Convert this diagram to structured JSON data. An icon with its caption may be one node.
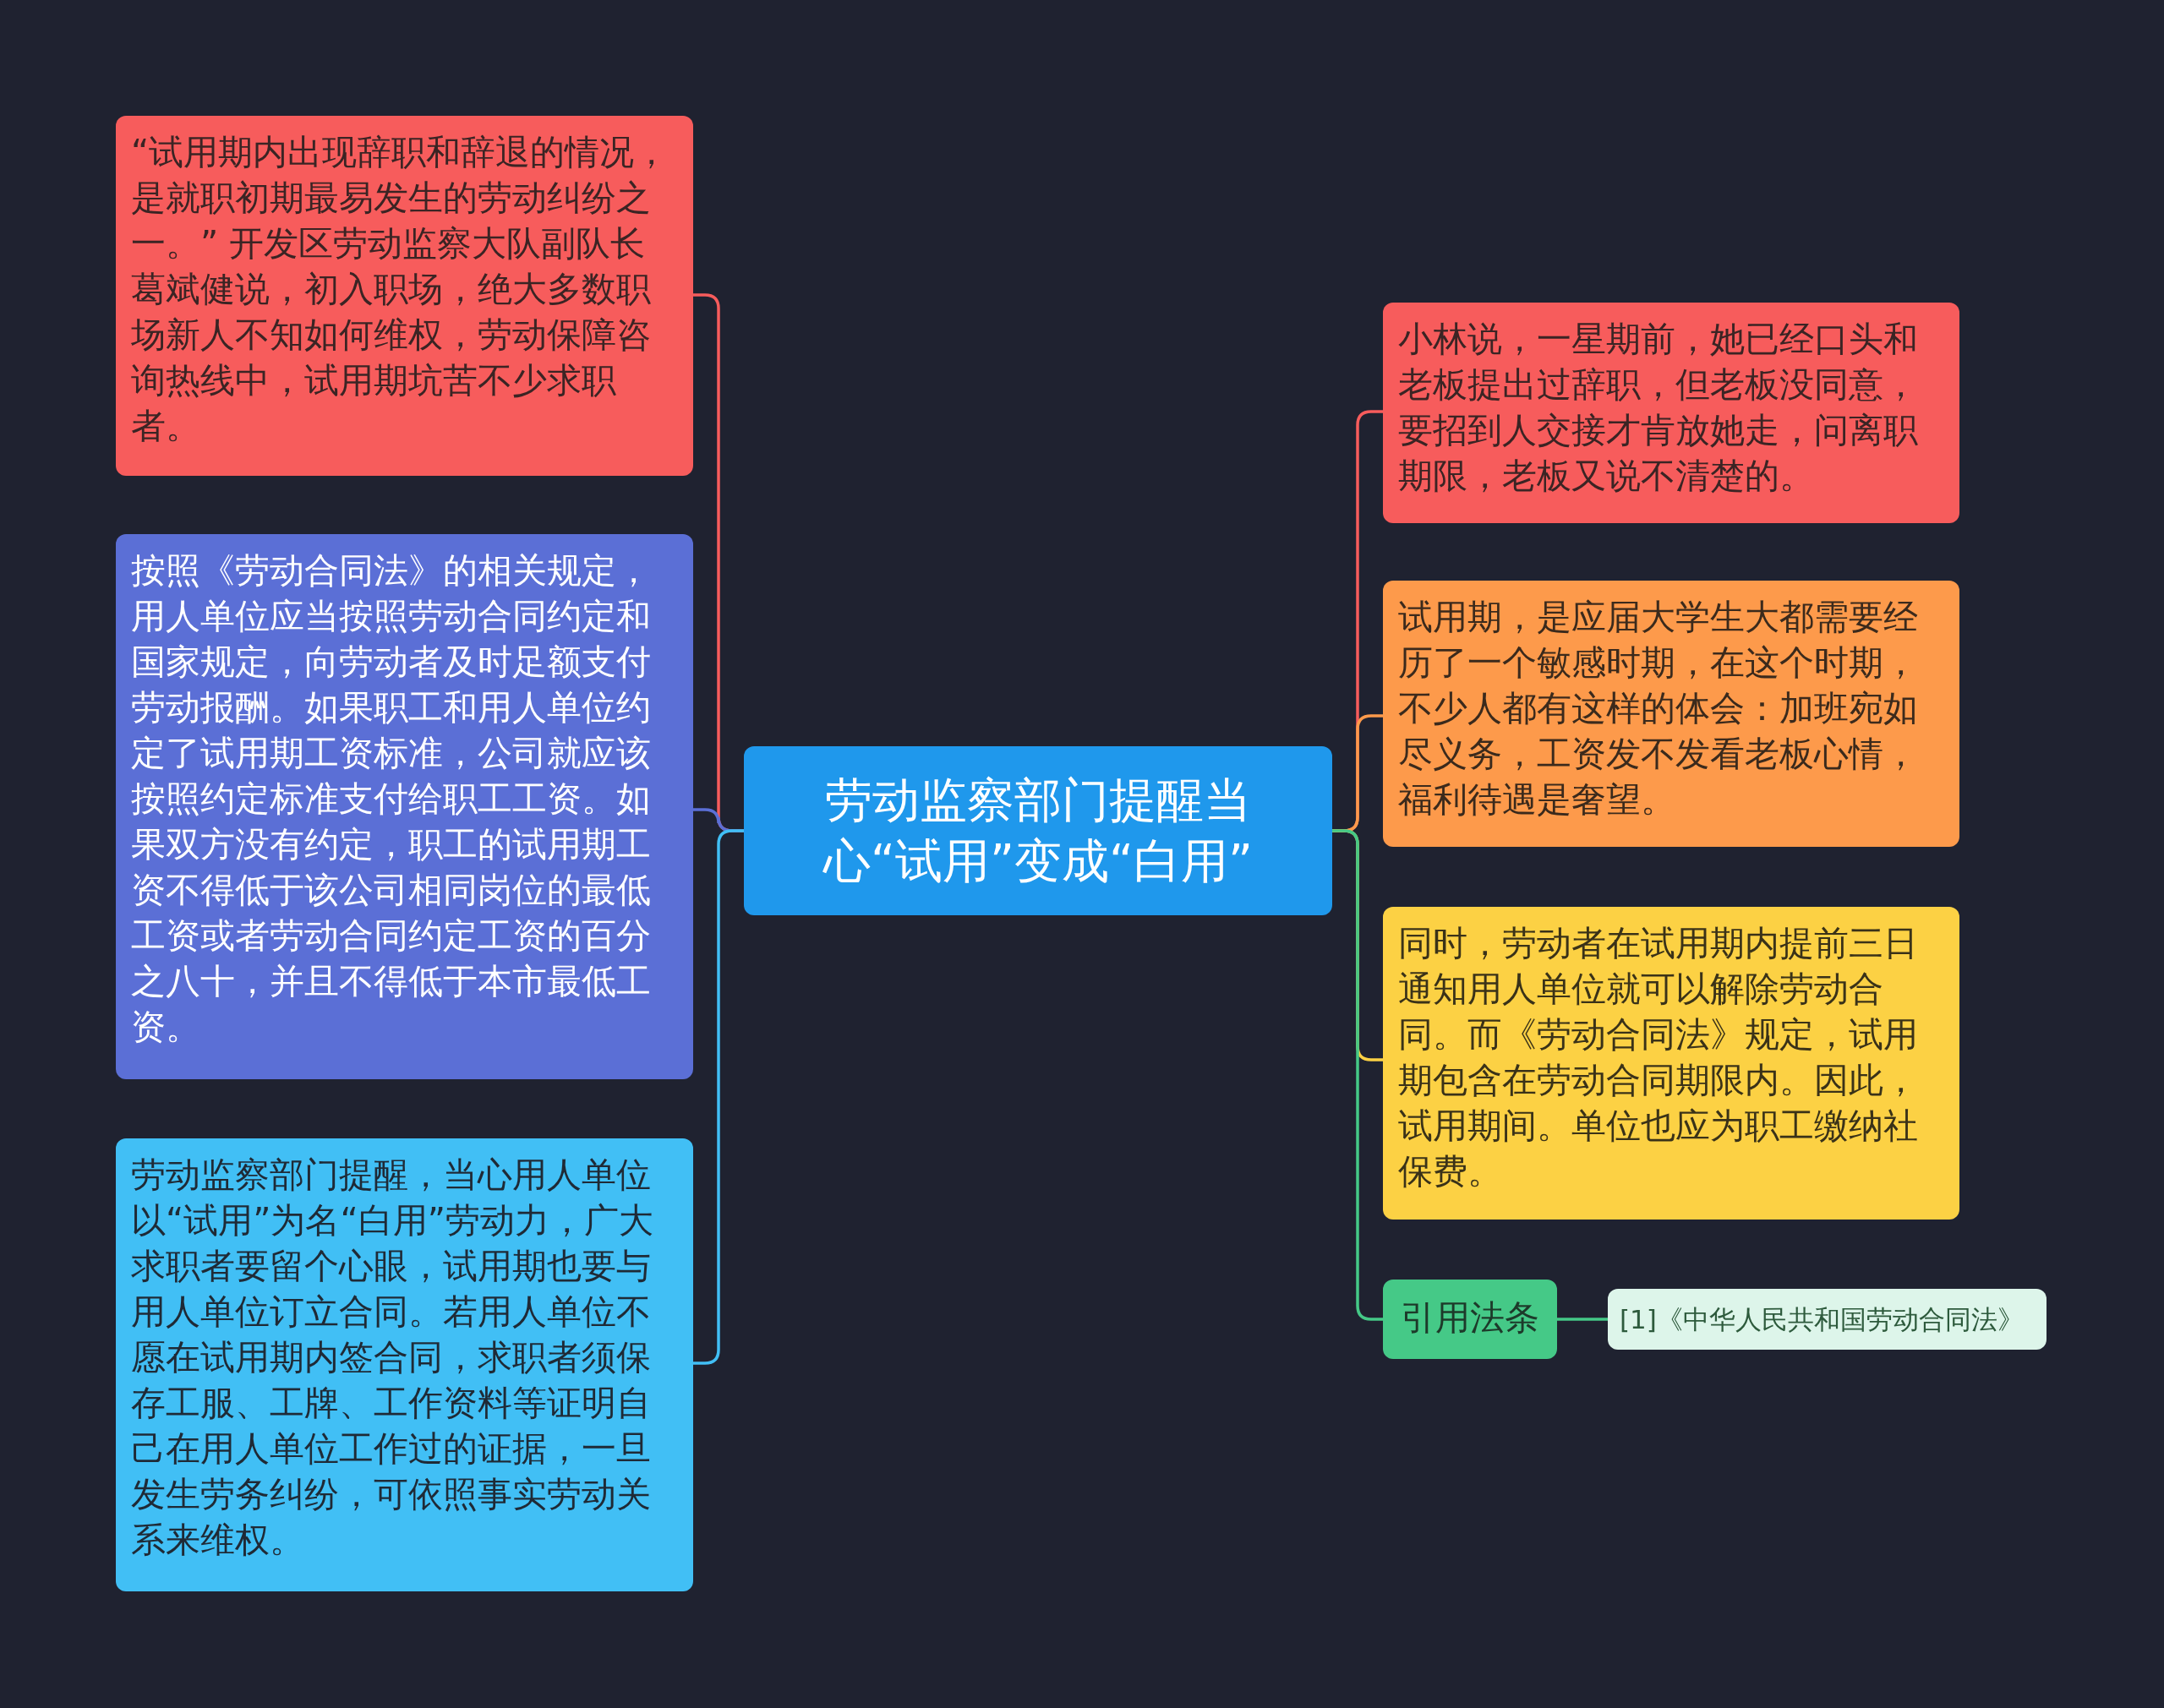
{
  "diagram": {
    "nodes": [
      {
        "text": [
          "劳动监察部门提醒当心“试用”变成“白用”"
        ]
      },
      {
        "text": [
          "“试用期内出现辞职和辞退的情况，是就职初期最易发生的劳动纠纷之一。” 开发区劳动监察大队副队长葛斌健说，初入职场，绝大多数职场新人不知如何维权，劳动保障咨询热线中，试用期坑苦不少求职者。"
        ]
      },
      {
        "text": [
          "按照《劳动合同法》的相关规定，用人单位应当按照劳动合同约定和国家规定，向劳动者及时足额支付劳动报酬。如果职工和用人单位约定了试用期工资标准，公司就应该按照约定标准支付给职工工资。如果双方没有约定，职工的试用期工资不得低于该公司相同岗位的最低工资或者劳动合同约定工资的百分之八十，并且不得低于本市最低工资。"
        ]
      },
      {
        "text": [
          "劳动监察部门提醒，当心用人单位以“试用”为名“白用”劳动力，广大求职者要留个心眼，试用期也要与用人单位订立合同。若用人单位不愿在试用期内签合同，求职者须保存工服、工牌、工作资料等证明自己在用人单位工作过的证据，一旦发生劳务纠纷，可依照事实劳动关系来维权。"
        ]
      },
      {
        "text": [
          "小林说，一星期前，她已经口头和老板提出过辞职，但老板没同意，要招到人交接才肯放她走，问离职期限，老板又说不清楚的。"
        ]
      },
      {
        "text": [
          "试用期，是应届大学生大都需要经历了一个敏感时期，在这个时期，不少人都有这样的体会：加班宛如尽义务，工资发不发看老板心情，福利待遇是奢望。"
        ]
      },
      {
        "text": [
          "同时，劳动者在试用期内提前三日通知用人单位就可以解除劳动合同。而《劳动合同法》规定，试用期包含在劳动合同期限内。因此，试用期间。单位也应为职工缴纳社保费。"
        ]
      },
      {
        "text": [
          "引用法条"
        ]
      },
      {
        "text": [
          "[1]《中华人民共和国劳动合同法》"
        ]
      }
    ],
    "edges": [
      {
        "from": 0,
        "to": 1,
        "arrow": "none",
        "color": "#f75c5c"
      },
      {
        "from": 0,
        "to": 2,
        "arrow": "none",
        "color": "#5b6fd6"
      },
      {
        "from": 0,
        "to": 3,
        "arrow": "none",
        "color": "#41bff5"
      },
      {
        "from": 0,
        "to": 4,
        "arrow": "none",
        "color": "#f75c5c"
      },
      {
        "from": 0,
        "to": 5,
        "arrow": "none",
        "color": "#fd9a4b"
      },
      {
        "from": 0,
        "to": 6,
        "arrow": "none",
        "color": "#fcd144"
      },
      {
        "from": 0,
        "to": 7,
        "arrow": "none",
        "color": "#45c987"
      },
      {
        "from": 7,
        "to": 8,
        "arrow": "none",
        "color": "#45c987"
      }
    ]
  }
}
